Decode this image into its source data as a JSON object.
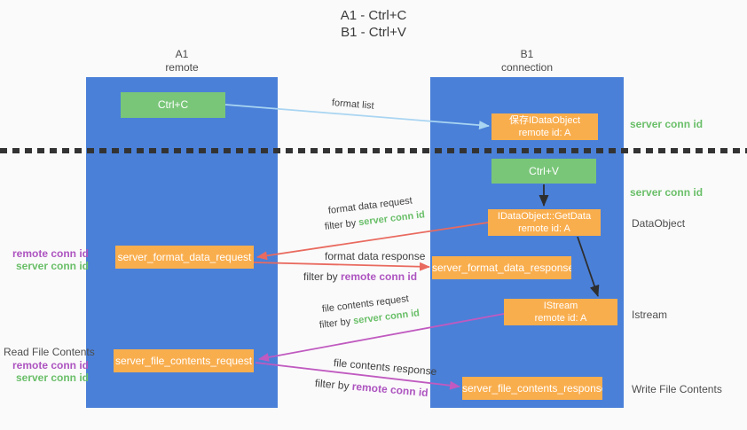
{
  "title": {
    "line1": "A1 - Ctrl+C",
    "line2": "B1 - Ctrl+V"
  },
  "columns": {
    "a1": {
      "name": "A1",
      "role": "remote"
    },
    "b1": {
      "name": "B1",
      "role": "connection"
    }
  },
  "boxes": {
    "ctrl_c": {
      "label": "Ctrl+C"
    },
    "ctrl_v": {
      "label": "Ctrl+V"
    },
    "save_dataobject": {
      "line1": "保存IDataObject",
      "line2": "remote id: A"
    },
    "getdata": {
      "line1": "IDataObject::GetData",
      "line2": "remote id: A"
    },
    "istream": {
      "line1": "IStream",
      "line2": "remote id: A"
    },
    "format_request": {
      "label": "server_format_data_request"
    },
    "format_response": {
      "label": "server_format_data_response"
    },
    "file_request": {
      "label": "server_file_contents_request"
    },
    "file_response": {
      "label": "server_file_contents_response"
    }
  },
  "arrows": {
    "format_list": {
      "label": "format list",
      "color": "#a9d5f2"
    },
    "format_data_request": {
      "label": "format data request",
      "filter_prefix": "filter by ",
      "filter_value": "server conn id",
      "color": "#e96a5f"
    },
    "format_data_response": {
      "label": "format data response",
      "filter_prefix": "filter by ",
      "filter_value": "remote conn id",
      "color": "#e96a5f"
    },
    "file_contents_request": {
      "label": "file contents request",
      "filter_prefix": "filter by ",
      "filter_value": "server conn id",
      "color": "#c05ac0"
    },
    "file_contents_response": {
      "label": "file contents response",
      "filter_prefix": "filter by ",
      "filter_value": "remote conn id",
      "color": "#c05ac0"
    }
  },
  "side_labels": {
    "right": {
      "server_conn_id_top": "server conn id",
      "server_conn_id_mid": "server conn id",
      "dataobject": "DataObject",
      "istream": "Istream",
      "write_file_contents": "Write File Contents"
    },
    "left": {
      "format_remote_conn_id": "remote conn id",
      "format_server_conn_id": "server conn id",
      "read_file_contents": "Read File Contents",
      "file_remote_conn_id": "remote conn id",
      "file_server_conn_id": "server conn id"
    }
  },
  "colors": {
    "lifeline_blue": "#4a80d8",
    "action_green": "#79c679",
    "message_orange": "#f9ae4e",
    "arrow_blue": "#a9d5f2",
    "arrow_red": "#e96a5f",
    "arrow_magenta": "#c05ac0",
    "arrow_black": "#2e2e2e",
    "text_green": "#6abf69",
    "text_purple": "#ad54c0",
    "text_grey": "#4e4e4e"
  }
}
